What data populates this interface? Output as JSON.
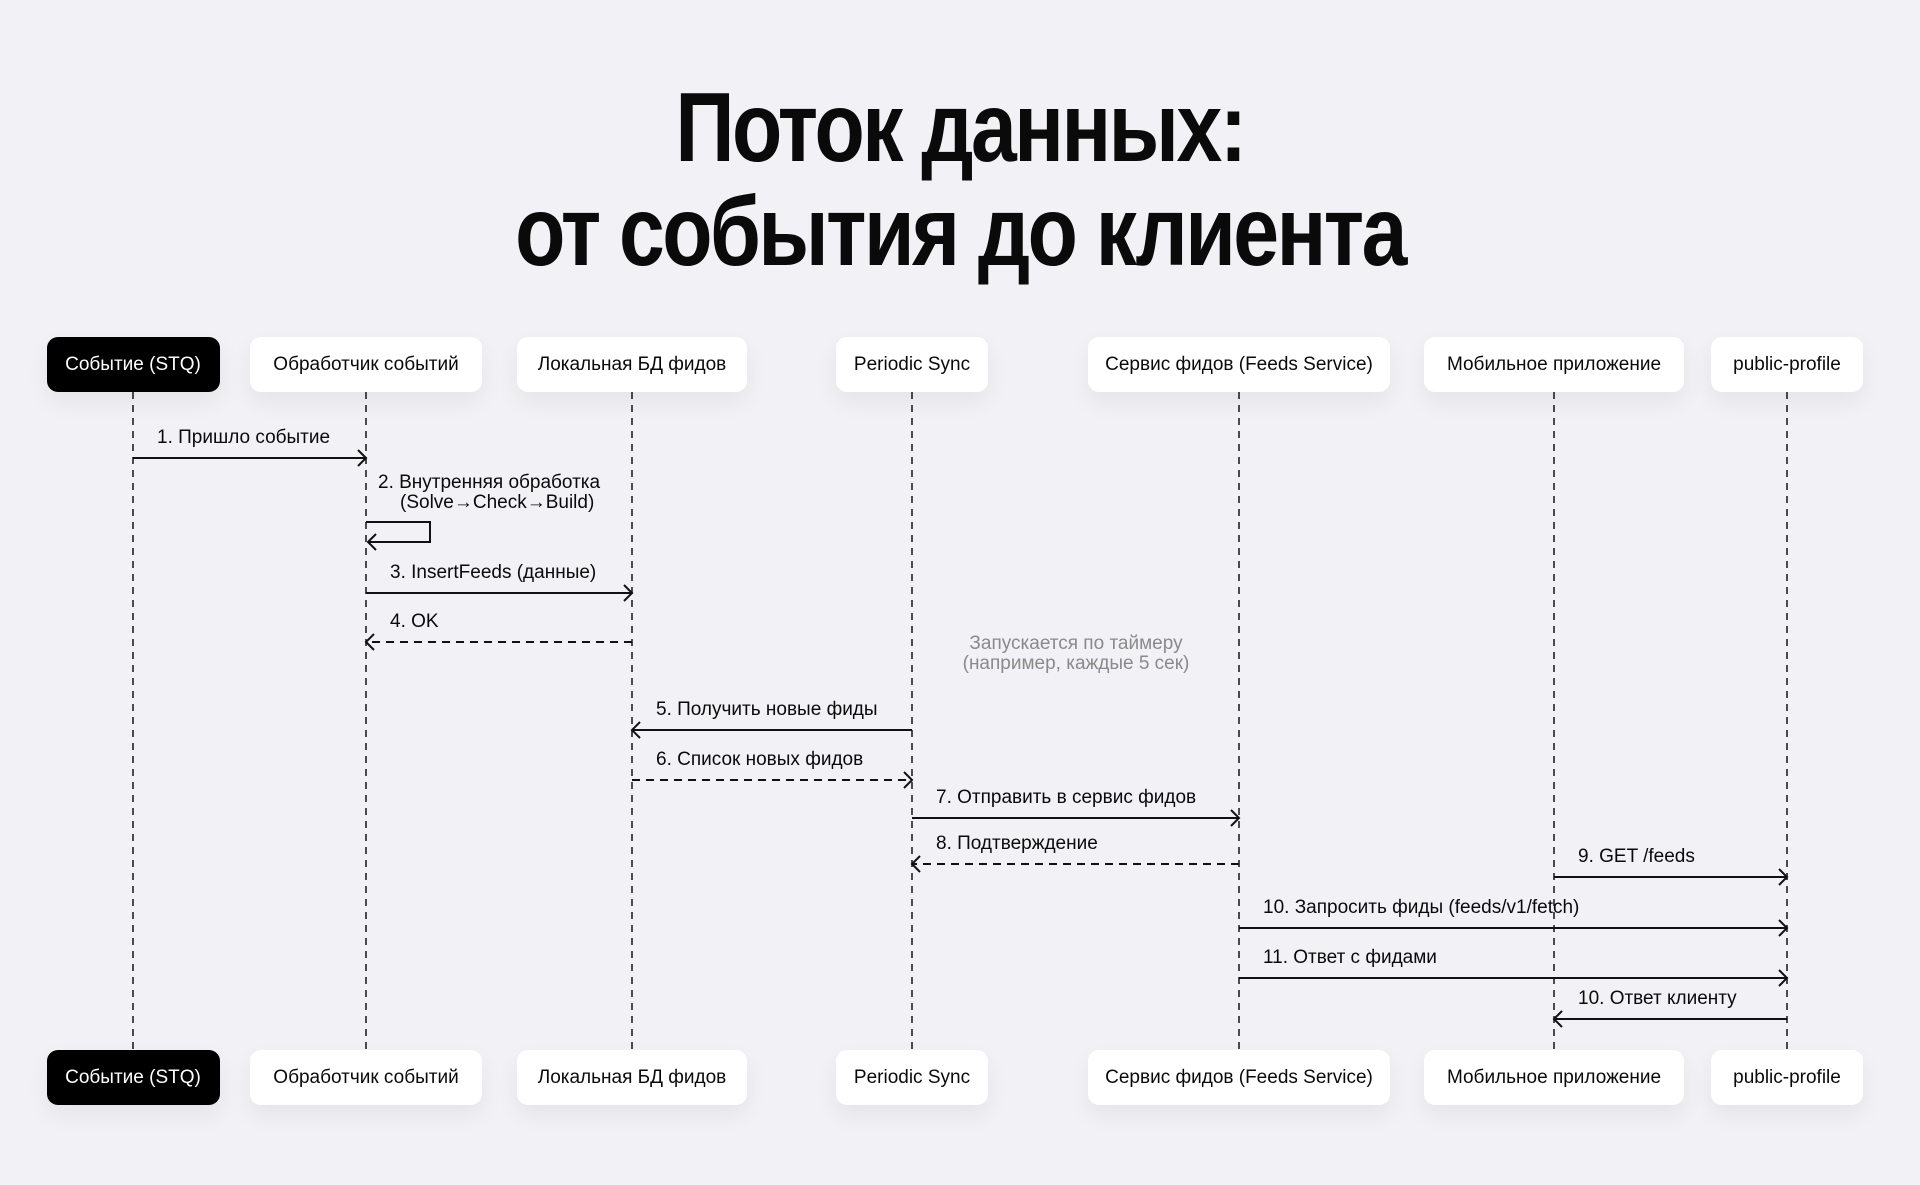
{
  "title": {
    "line1": "Поток данных:",
    "line2": "от события до клиента"
  },
  "participants": [
    "Событие (STQ)",
    "Обработчик событий",
    "Локальная БД фидов",
    "Periodic Sync",
    "Сервис фидов (Feeds Service)",
    "Мобильное приложение",
    "public-profile"
  ],
  "messages": [
    {
      "label": "1. Пришло событие",
      "from": 0,
      "to": 1,
      "style": "solid"
    },
    {
      "label": "2. Внутренняя обработка",
      "sublabel": "(Solve→Check→Build)",
      "from": 1,
      "to": 1,
      "style": "self"
    },
    {
      "label": "3. InsertFeeds (данные)",
      "from": 1,
      "to": 2,
      "style": "solid"
    },
    {
      "label": "4. OK",
      "from": 2,
      "to": 1,
      "style": "dashed"
    },
    {
      "label": "5. Получить новые фиды",
      "from": 3,
      "to": 2,
      "style": "solid"
    },
    {
      "label": "6. Список новых фидов",
      "from": 2,
      "to": 3,
      "style": "dashed"
    },
    {
      "label": "7. Отправить в сервис фидов",
      "from": 3,
      "to": 4,
      "style": "solid"
    },
    {
      "label": "8. Подтверждение",
      "from": 4,
      "to": 3,
      "style": "dashed"
    },
    {
      "label": "9. GET /feeds",
      "from": 5,
      "to": 6,
      "style": "solid"
    },
    {
      "label": "10. Запросить фиды (feeds/v1/fetch)",
      "from": 4,
      "to": 6,
      "style": "solid"
    },
    {
      "label": "11. Ответ с фидами",
      "from": 4,
      "to": 6,
      "style": "solid"
    },
    {
      "label": "10. Ответ клиенту",
      "from": 6,
      "to": 5,
      "style": "solid"
    }
  ],
  "note": {
    "line1": "Запускается по таймеру",
    "line2": "(например, каждые 5 сек)"
  }
}
